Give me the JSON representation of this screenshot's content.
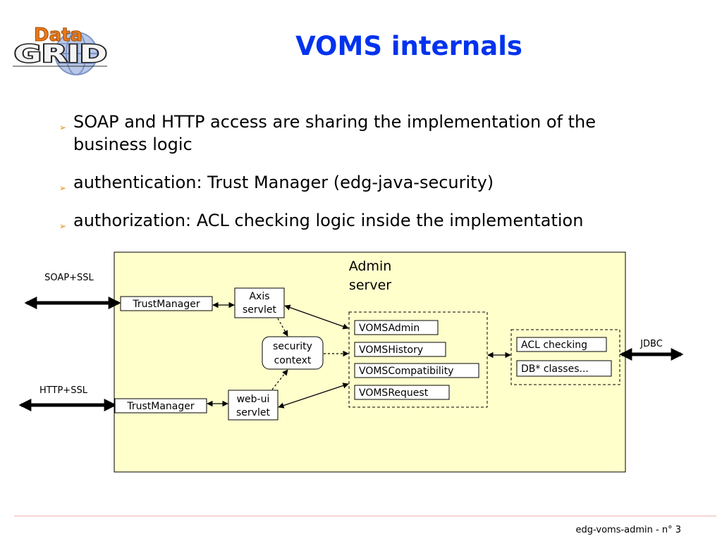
{
  "logo": {
    "top_text": "Data",
    "bottom_text": "GRID"
  },
  "title": "VOMS internals",
  "bullets": [
    {
      "line1": "SOAP and HTTP access are sharing the implementation of the",
      "line2": "business logic"
    },
    {
      "line1": "authentication: Trust Manager (edg-java-security)"
    },
    {
      "line1": "authorization: ACL checking logic inside the implementation"
    }
  ],
  "diagram": {
    "admin_server_line1": "Admin",
    "admin_server_line2": "server",
    "soap_label": "SOAP+SSL",
    "http_label": "HTTP+SSL",
    "jdbc_label": "JDBC",
    "trustmanager_top": "TrustManager",
    "trustmanager_bottom": "TrustManager",
    "axis_line1": "Axis",
    "axis_line2": "servlet",
    "webui_line1": "web-ui",
    "webui_line2": "servlet",
    "security_line1": "security",
    "security_line2": "context",
    "voms_modules": [
      "VOMSAdmin",
      "VOMSHistory",
      "VOMSCompatibility",
      "VOMSRequest"
    ],
    "acl_checking": "ACL checking",
    "db_classes": "DB* classes...",
    "colors": {
      "server_fill": "#ffffcc",
      "title": "#0033ee",
      "bullet_arrow": "#e08a00"
    }
  },
  "footer": "edg-voms-admin - n° 3"
}
